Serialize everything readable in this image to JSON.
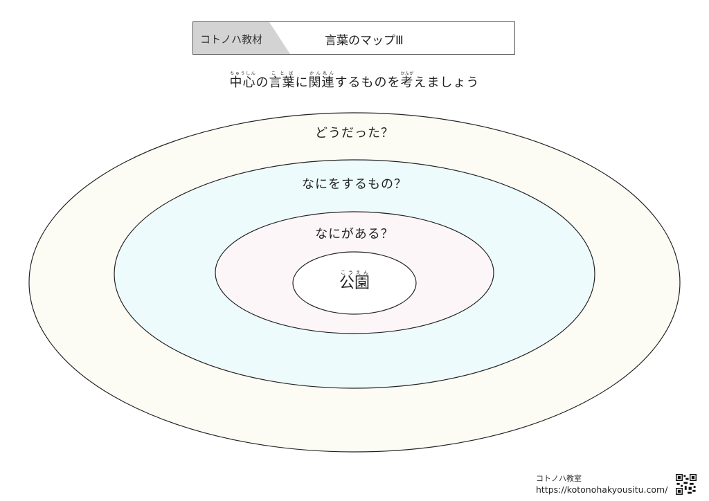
{
  "header": {
    "tag": "コトノハ教材",
    "title": "言葉のマップⅢ"
  },
  "instruction": {
    "parts": [
      {
        "base": "中心",
        "ruby": "ちゅうしん"
      },
      {
        "text": "の"
      },
      {
        "base": "言葉",
        "ruby": "ことば"
      },
      {
        "text": "に"
      },
      {
        "base": "関連",
        "ruby": "かんれん"
      },
      {
        "text": "するものを"
      },
      {
        "base": "考",
        "ruby": "かんが"
      },
      {
        "text": "えましょう"
      }
    ]
  },
  "rings": {
    "outer": "どうだった？",
    "middle": "なにをするもの？",
    "inner": "なにがある？"
  },
  "center_word": {
    "base": "公園",
    "ruby": "こうえん"
  },
  "footer": {
    "brand": "コトノハ教室",
    "url": "https://kotonohakyousitu.com/"
  },
  "colors": {
    "outer": "#fdfcf4",
    "middle": "#eefbfc",
    "inner": "#fdf6f8",
    "center": "#ffffff"
  }
}
